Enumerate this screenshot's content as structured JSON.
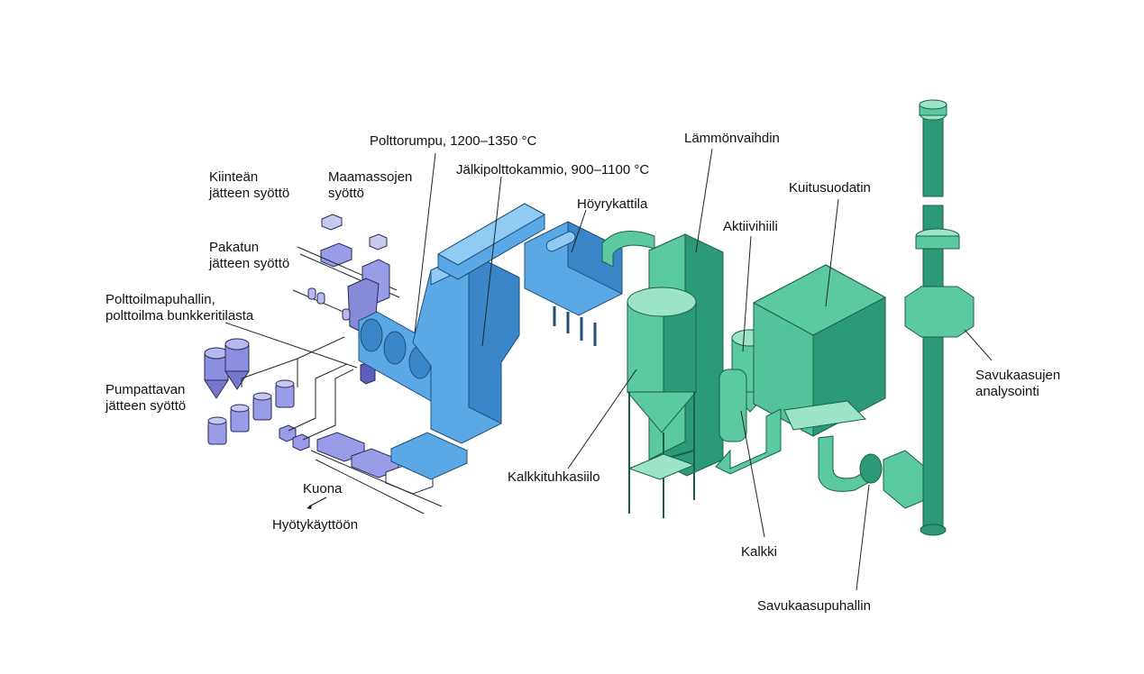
{
  "colors": {
    "waste_feed": "#9a9ce8",
    "waste_feed_dark": "#6d6fc6",
    "combustion": "#5aa9e6",
    "combustion_dark": "#3a86c8",
    "combustion_light": "#8fcbf2",
    "gas_cleaning": "#5ccaa0",
    "gas_cleaning_dark": "#2c9a78",
    "gas_cleaning_light": "#9be4c7",
    "ink": "#111111"
  },
  "labels": {
    "kiintean": [
      "Kiinteän",
      "jätteen syöttö"
    ],
    "maamassojen": [
      "Maamassojen",
      "syöttö"
    ],
    "pakatun": [
      "Pakatun",
      "jätteen syöttö"
    ],
    "polttoilma": [
      "Polttoilmapuhallin,",
      "polttoilma bunkkeritilasta"
    ],
    "pumpattavan": [
      "Pumpattavan",
      "jätteen syöttö"
    ],
    "kuona": "Kuona",
    "hyotykayttoon": "Hyötykäyttöön",
    "polttorumpu": "Polttorumpu, 1200–1350 °C",
    "jalkipolttokammio": "Jälkipolttokammio, 900–1100 °C",
    "hoyrykattila": "Höyrykattila",
    "lammonvaihdin": "Lämmönvaihdin",
    "kuitusuodatin": "Kuitusuodatin",
    "aktiivihiili": "Aktiivihiili",
    "kalkkituhkasiilo": "Kalkkituhkasiilo",
    "kalkki": "Kalkki",
    "savukaasupuhallin": "Savukaasupuhallin",
    "savukaasujen": [
      "Savukaasujen",
      "analysointi"
    ]
  }
}
